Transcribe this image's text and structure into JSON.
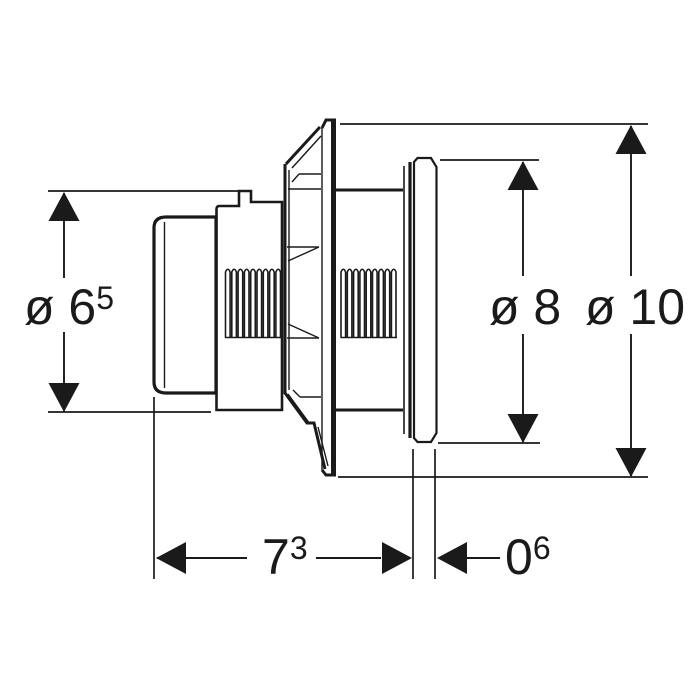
{
  "drawing": {
    "kind": "technical-dimension-drawing",
    "background_color": "#ffffff",
    "line_color": "#1a1a1a",
    "dimensions": {
      "left_diameter": {
        "text": "ø 6⁵",
        "main": "ø 6",
        "sup": "5"
      },
      "rosette_diameter": {
        "text": "ø 8",
        "main": "ø 8",
        "sup": ""
      },
      "plate_diameter": {
        "text": "ø 10",
        "main": "ø 10",
        "sup": ""
      },
      "projection_depth": {
        "text": "7³",
        "main": "7",
        "sup": "3"
      },
      "rosette_thickness": {
        "text": "0⁶",
        "main": "0",
        "sup": "6"
      }
    }
  }
}
